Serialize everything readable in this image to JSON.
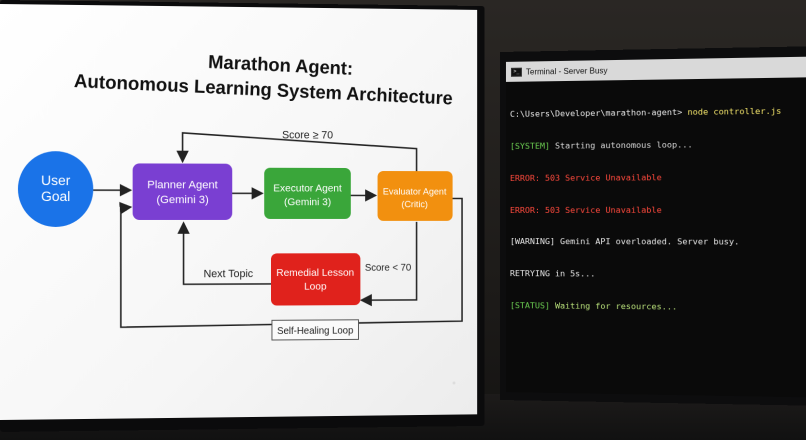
{
  "diagram": {
    "title_line1": "Marathon Agent:",
    "title_line2": "Autonomous Learning System Architecture",
    "nodes": {
      "user_goal": {
        "line1": "User",
        "line2": "Goal",
        "color": "#1a73e8"
      },
      "planner": {
        "line1": "Planner Agent",
        "line2": "(Gemini 3)",
        "color": "#7a3fd2"
      },
      "executor": {
        "line1": "Executor Agent",
        "line2": "(Gemini 3)",
        "color": "#3aa63a"
      },
      "evaluator": {
        "line1": "Evaluator Agent",
        "line2": "(Critic)",
        "color": "#f2900f"
      },
      "remedial": {
        "line1": "Remedial Lesson",
        "line2": "Loop",
        "color": "#e0221c"
      }
    },
    "edge_labels": {
      "score_pass": "Score ≥ 70",
      "score_fail": "Score < 70",
      "next_topic": "Next Topic",
      "self_healing": "Self-Healing Loop"
    }
  },
  "terminal": {
    "title": "Terminal - Server Busy",
    "prompt": "C:\\Users\\Developer\\marathon-agent>",
    "command": "node controller.js",
    "lines": [
      {
        "tag": "[SYSTEM]",
        "text": " Starting autonomous loop..."
      },
      {
        "tag": "",
        "text": "ERROR: 503 Service Unavailable"
      },
      {
        "tag": "",
        "text": "ERROR: 503 Service Unavailable"
      },
      {
        "tag": "[WARNING]",
        "text": " Gemini API overloaded. Server busy."
      },
      {
        "tag": "",
        "text": "RETRYING in 5s..."
      },
      {
        "tag": "[STATUS]",
        "text": " Waiting for resources..."
      }
    ]
  }
}
